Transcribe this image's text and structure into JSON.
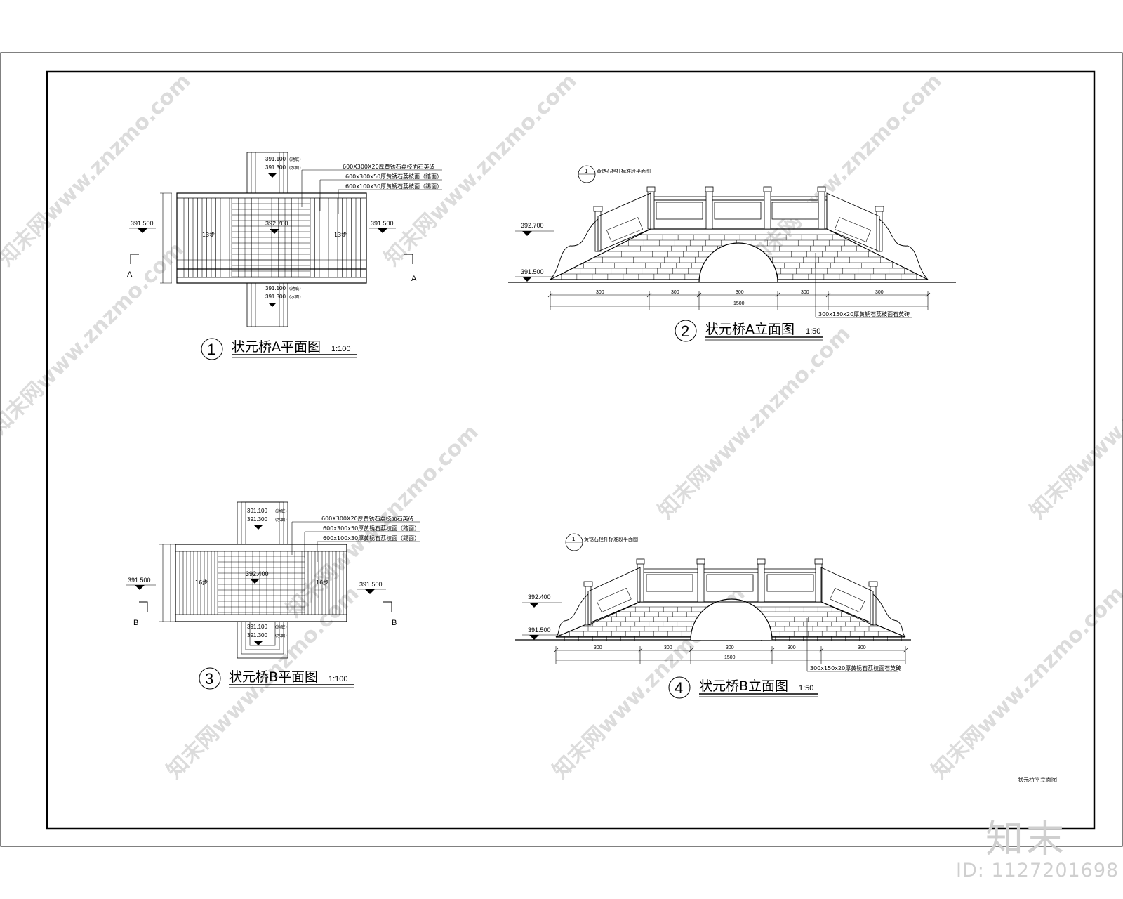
{
  "sheet_title": "状元桥平立面图",
  "watermark": {
    "text": "知末网www.znzmo.com",
    "brand": "知末",
    "id": "ID: 1127201698"
  },
  "drawings": {
    "d1": {
      "number": "1",
      "title": "状元桥A平面图",
      "scale": "1:100",
      "elev_left": "391.500",
      "elev_right": "391.500",
      "elev_center": "392.700",
      "elev_top_1": "391.100",
      "elev_top_1_note": "(池底)",
      "elev_top_2": "391.300",
      "elev_top_2_note": "(水面)",
      "elev_bot_1": "391.100",
      "elev_bot_1_note": "(池底)",
      "elev_bot_2": "391.300",
      "elev_bot_2_note": "(水面)",
      "notes": [
        "600X300X20厚黄锈石荔枝面石英砖",
        "600x300x50厚黄锈石荔枝面（踏面）",
        "600x100x30厚黄锈石荔枝面（踢面）"
      ],
      "step_left": "13步",
      "step_right": "13步",
      "section_left": "A",
      "section_right": "A"
    },
    "d2": {
      "number": "2",
      "title": "状元桥A立面图",
      "scale": "1:50",
      "elev_top": "392.700",
      "elev_bottom": "391.500",
      "callout_num": "1",
      "callout_text": "黄锈石栏杆标准段平面图",
      "bottom_note": "300x150x20厚黄锈石荔枝面石英砖",
      "dims": [
        "300",
        "300",
        "300",
        "300",
        "300"
      ],
      "dim_total": "1500"
    },
    "d3": {
      "number": "3",
      "title": "状元桥B平面图",
      "scale": "1:100",
      "elev_left": "391.500",
      "elev_right": "391.500",
      "elev_center": "392.400",
      "elev_top_1": "391.100",
      "elev_top_1_note": "(池底)",
      "elev_top_2": "391.300",
      "elev_top_2_note": "(水面)",
      "elev_bot_1": "391.100",
      "elev_bot_1_note": "(池底)",
      "elev_bot_2": "391.300",
      "elev_bot_2_note": "(水面)",
      "notes": [
        "600X300X20厚黄锈石荔枝面石英砖",
        "600x300x50厚黄锈石荔枝面（踏面）",
        "600x100x30厚黄锈石荔枝面（踢面）"
      ],
      "step_left": "16步",
      "step_right": "16步",
      "section_left": "B",
      "section_right": "B"
    },
    "d4": {
      "number": "4",
      "title": "状元桥B立面图",
      "scale": "1:50",
      "elev_top": "392.400",
      "elev_bottom": "391.500",
      "callout_num": "1",
      "callout_text": "黄锈石栏杆标准段平面图",
      "bottom_note": "300x150x20厚黄锈石荔枝面石英砖",
      "dims": [
        "300",
        "300",
        "300",
        "300",
        "300"
      ],
      "dim_total": "1500"
    }
  }
}
